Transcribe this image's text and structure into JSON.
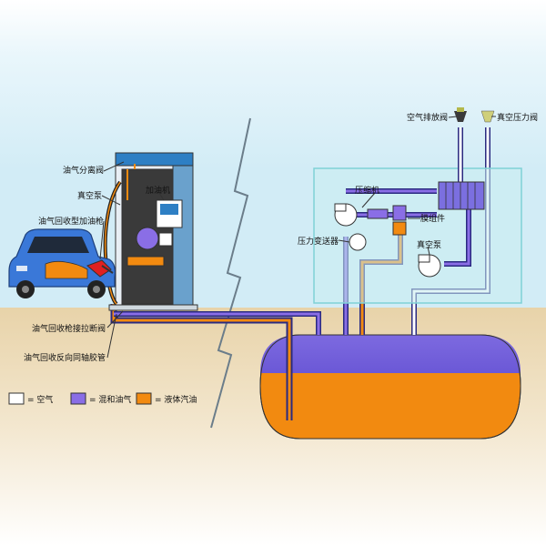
{
  "labels": {
    "vapor_separation_valve": "油气分离阀",
    "vacuum_pump_left": "真空泵",
    "vapor_recovery_nozzle": "油气回收型加油枪",
    "dispenser": "加油机",
    "breakaway_valve": "油气回收枪接拉断阀",
    "coaxial_hose": "油气回收反向同轴胶管",
    "air_vent_valve": "空气排放阀",
    "vacuum_pressure_valve": "真空压力阀",
    "compressor": "压缩机",
    "membrane": "膜组件",
    "pressure_transmitter": "压力变送器",
    "vacuum_pump_right": "真空泵"
  },
  "legend": [
    {
      "swatch": "#ffffff",
      "text": "= 空气"
    },
    {
      "swatch": "#8a6ee6",
      "text": "= 混和油气"
    },
    {
      "swatch": "#f28a10",
      "text": "= 液体汽油"
    }
  ],
  "colors": {
    "sky_top": "#d6eef7",
    "ground": "#e9d8b6",
    "vapor": "#8a6ee6",
    "gasoline": "#f28a10",
    "pipe_outline": "#2a2a80",
    "car_body": "#3a78d8"
  }
}
